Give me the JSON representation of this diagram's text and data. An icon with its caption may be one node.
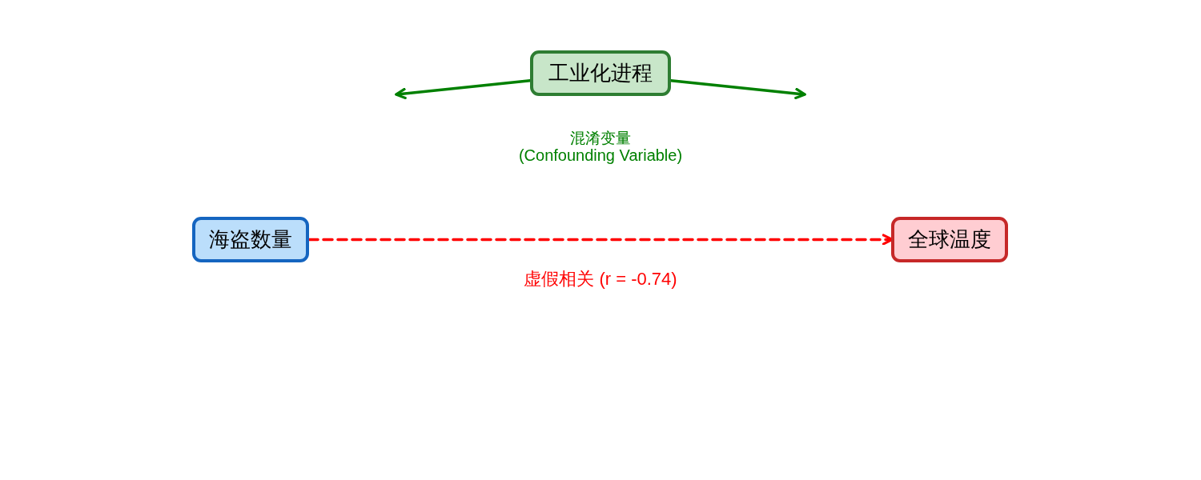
{
  "diagram": {
    "nodes": [
      {
        "text": [
          "工业化进程"
        ]
      },
      {
        "text": [
          "海盗数量"
        ]
      },
      {
        "text": [
          "全球温度"
        ]
      }
    ],
    "edges": [
      {
        "from": 0,
        "to": null,
        "arrow": "to",
        "color": "#008000"
      },
      {
        "from": 0,
        "to": null,
        "arrow": "to",
        "color": "#008000"
      },
      {
        "from": 1,
        "to": 2,
        "arrow": "to",
        "style": "dashed",
        "color": "#ff0000",
        "label": "虚假相关 (r = -0.74)"
      }
    ],
    "labels": [
      "混淆变量",
      "(Confounding Variable)"
    ]
  }
}
